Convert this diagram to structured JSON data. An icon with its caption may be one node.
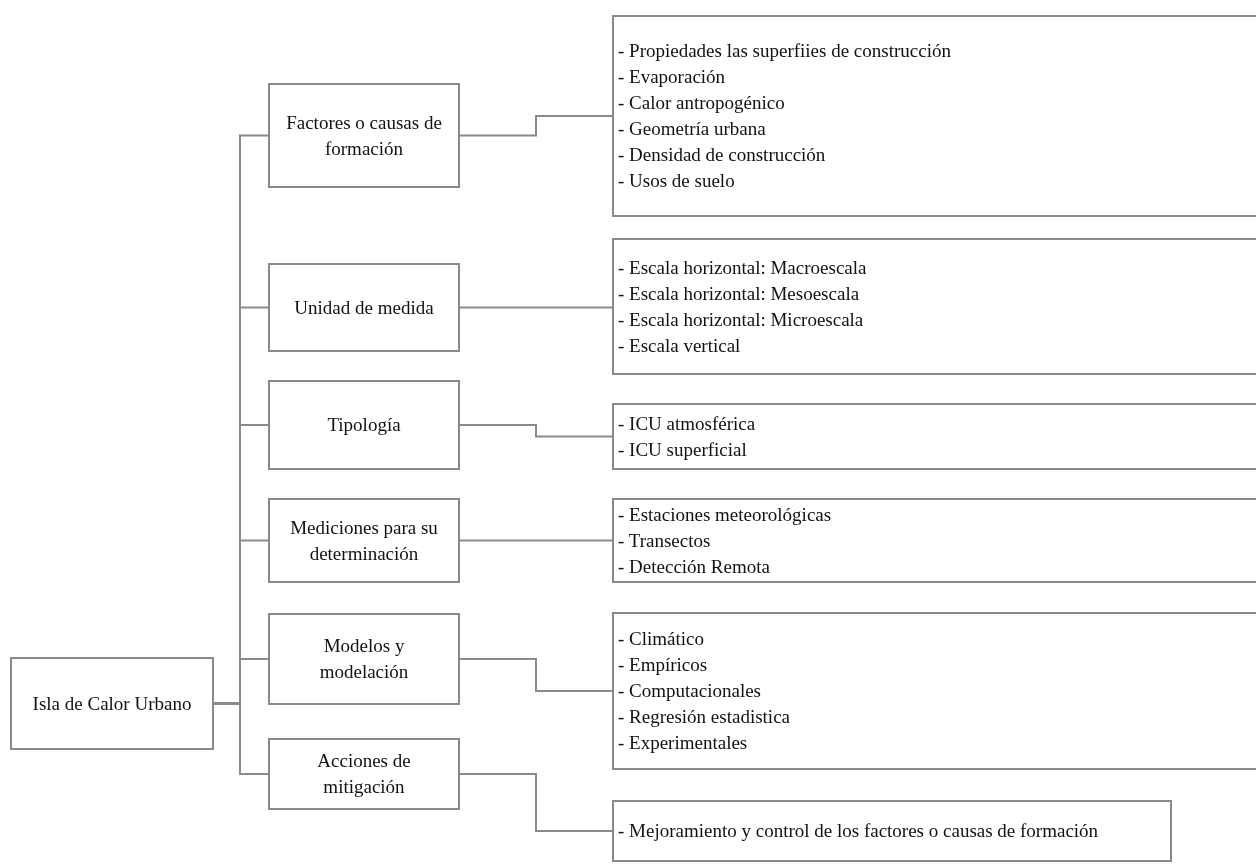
{
  "diagram": {
    "nodes": [
      {
        "text": [
          "Isla de Calor Urbano"
        ]
      },
      {
        "text": [
          "Factores o causas de formación"
        ]
      },
      {
        "text": [
          "Unidad de medida"
        ]
      },
      {
        "text": [
          "Tipología"
        ]
      },
      {
        "text": [
          "Mediciones para su determinación"
        ]
      },
      {
        "text": [
          "Modelos y modelación"
        ]
      },
      {
        "text": [
          "Acciones de mitigación"
        ]
      },
      {
        "text": [
          "- Propiedades las superfiies de construcción",
          "- Evaporación",
          "- Calor antropogénico",
          "- Geometría urbana",
          "- Densidad de construcción",
          "- Usos de suelo"
        ]
      },
      {
        "text": [
          "- Escala horizontal: Macroescala",
          "- Escala horizontal: Mesoescala",
          "- Escala horizontal: Microescala",
          "- Escala vertical"
        ]
      },
      {
        "text": [
          "- ICU atmosférica",
          "- ICU superficial"
        ]
      },
      {
        "text": [
          "- Estaciones meteorológicas",
          "- Transectos",
          "- Detección Remota"
        ]
      },
      {
        "text": [
          "- Climático",
          "- Empíricos",
          "- Computacionales",
          "- Regresión estadistica",
          "- Experimentales"
        ]
      },
      {
        "text": [
          "- Mejoramiento y control de los factores o causas de formación"
        ]
      }
    ],
    "edges": [
      {
        "from": 0,
        "to": 1,
        "arrow": "none"
      },
      {
        "from": 0,
        "to": 2,
        "arrow": "none"
      },
      {
        "from": 0,
        "to": 3,
        "arrow": "none"
      },
      {
        "from": 0,
        "to": 4,
        "arrow": "none"
      },
      {
        "from": 0,
        "to": 5,
        "arrow": "none"
      },
      {
        "from": 0,
        "to": 6,
        "arrow": "none"
      },
      {
        "from": 1,
        "to": 7,
        "arrow": "none"
      },
      {
        "from": 2,
        "to": 8,
        "arrow": "none"
      },
      {
        "from": 3,
        "to": 9,
        "arrow": "none"
      },
      {
        "from": 4,
        "to": 10,
        "arrow": "none"
      },
      {
        "from": 5,
        "to": 11,
        "arrow": "none"
      },
      {
        "from": 6,
        "to": 12,
        "arrow": "none"
      }
    ]
  }
}
